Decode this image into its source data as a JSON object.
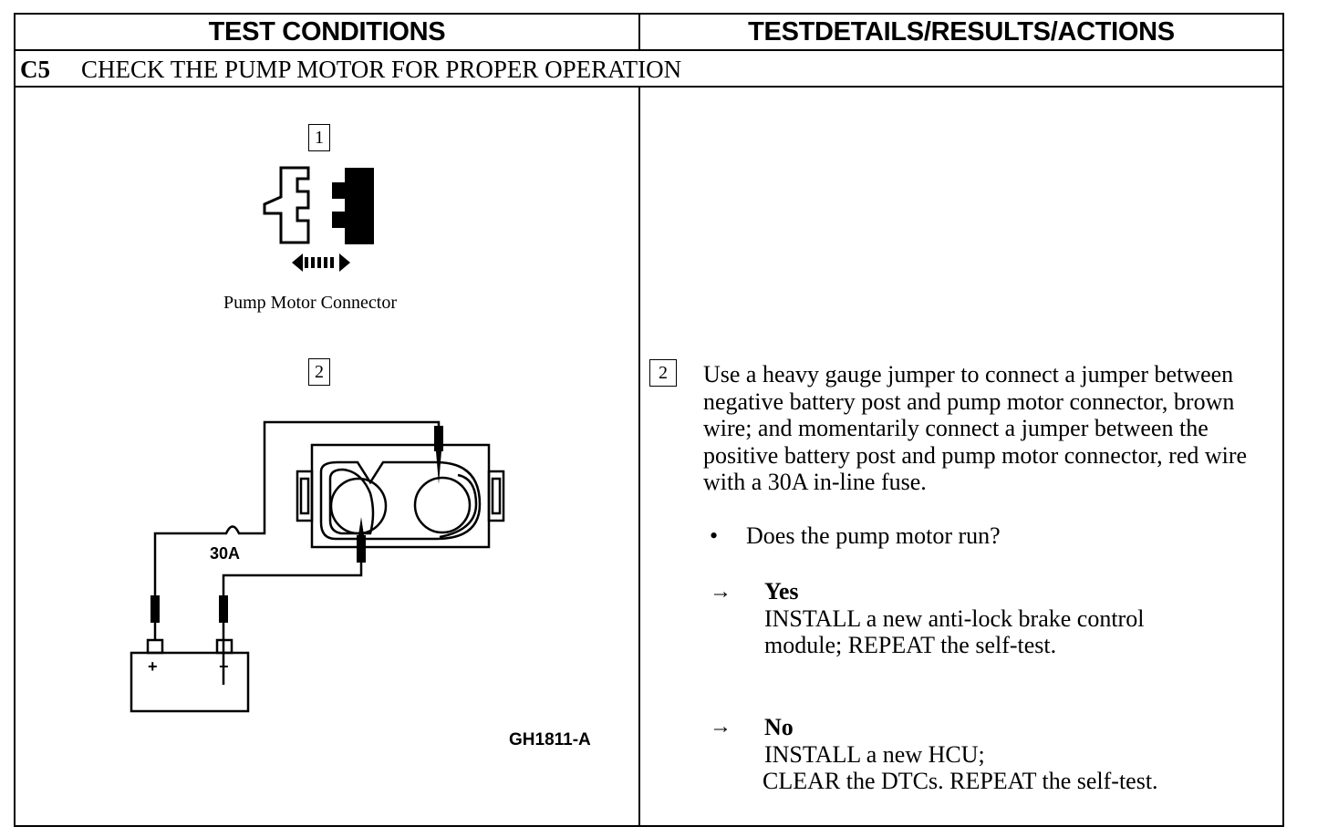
{
  "header": {
    "left": "TEST CONDITIONS",
    "right": "TESTDETAILS/RESULTS/ACTIONS"
  },
  "section": {
    "code": "C5",
    "title": "CHECK THE PUMP MOTOR FOR PROPER OPERATION"
  },
  "left": {
    "step1_number": "1",
    "connector_caption": "Pump Motor Connector",
    "step2_number": "2",
    "fuse_label": "30A",
    "battery_plus": "+",
    "battery_minus": "−",
    "figure_id": "GH1811-A"
  },
  "right": {
    "step_number": "2",
    "step_text": "Use a heavy gauge jumper to connect a jumper between negative battery post and pump motor connector, brown wire; and momentarily connect a jumper between the positive battery post and pump motor connector, red wire with a 30A in-line fuse.",
    "bullet": "•",
    "question": "Does the pump motor run?",
    "yes": {
      "arrow": "→",
      "label": "Yes",
      "line1": "INSTALL a new anti-lock brake control",
      "line2": "module;  REPEAT the self-test."
    },
    "no": {
      "arrow": "→",
      "label": "No",
      "line1": "INSTALL a new HCU;",
      "line2": "CLEAR the DTCs. REPEAT the self-test."
    }
  }
}
